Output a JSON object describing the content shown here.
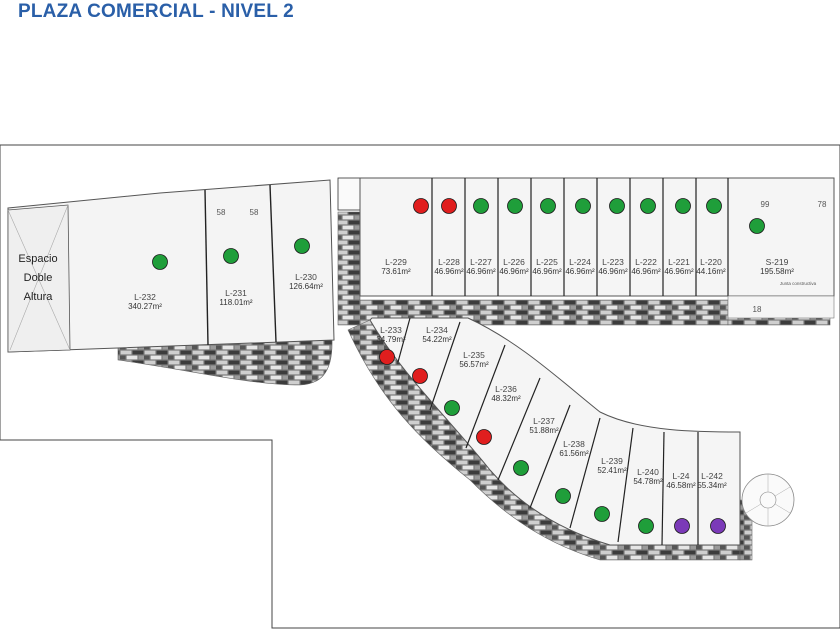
{
  "title": "PLAZA COMERCIAL - NIVEL 2",
  "colors": {
    "available": "#1f9e3a",
    "sold": "#e01e1e",
    "reserved": "#7b3ab8",
    "title": "#2a5fa8"
  },
  "espacio": [
    "Espacio",
    "Doble",
    "Altura"
  ],
  "junta": "Junta constructiva",
  "numbers": [
    {
      "text": "58"
    },
    {
      "text": "58"
    },
    {
      "text": "99"
    },
    {
      "text": "78"
    },
    {
      "text": "18"
    }
  ],
  "units": [
    {
      "id": "L-232",
      "area": "340.27m²",
      "status": "available"
    },
    {
      "id": "L-231",
      "area": "118.01m²",
      "status": "available"
    },
    {
      "id": "L-230",
      "area": "126.64m²",
      "status": "available"
    },
    {
      "id": "L-229",
      "area": "73.61m²",
      "status": "sold"
    },
    {
      "id": "L-228",
      "area": "46.96m²",
      "status": "sold"
    },
    {
      "id": "L-227",
      "area": "46.96m²",
      "status": "available"
    },
    {
      "id": "L-226",
      "area": "46.96m²",
      "status": "available"
    },
    {
      "id": "L-225",
      "area": "46.96m²",
      "status": "available"
    },
    {
      "id": "L-224",
      "area": "46.96m²",
      "status": "available"
    },
    {
      "id": "L-223",
      "area": "46.96m²",
      "status": "available"
    },
    {
      "id": "L-222",
      "area": "46.96m²",
      "status": "available"
    },
    {
      "id": "L-221",
      "area": "46.96m²",
      "status": "available"
    },
    {
      "id": "L-220",
      "area": "44.16m²",
      "status": "available"
    },
    {
      "id": "S-219",
      "area": "195.58m²",
      "status": "available"
    },
    {
      "id": "L-233",
      "area": "34.79m²",
      "status": "sold"
    },
    {
      "id": "L-234",
      "area": "54.22m²",
      "status": "sold"
    },
    {
      "id": "L-235",
      "area": "56.57m²",
      "status": "available"
    },
    {
      "id": "L-236",
      "area": "48.32m²",
      "status": "sold"
    },
    {
      "id": "L-237",
      "area": "51.88m²",
      "status": "available"
    },
    {
      "id": "L-238",
      "area": "61.56m²",
      "status": "available"
    },
    {
      "id": "L-239",
      "area": "52.41m²",
      "status": "available"
    },
    {
      "id": "L-240",
      "area": "54.78m²",
      "status": "available"
    },
    {
      "id": "L-24",
      "area": "46.58m²",
      "status": "reserved"
    },
    {
      "id": "L-242",
      "area": "55.34m²",
      "status": "reserved"
    }
  ]
}
